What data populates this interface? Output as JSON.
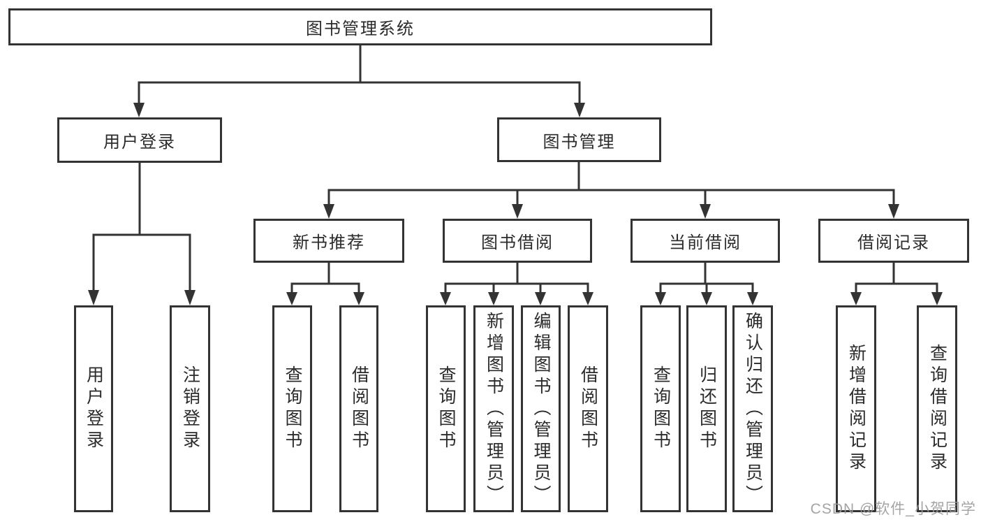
{
  "theme": {
    "line_color": "#333333",
    "box_fill": "#ffffff",
    "text_color": "#2b2b2b",
    "watermark_color": "#9b9b9b",
    "bg": "#ffffff"
  },
  "diagram": {
    "type": "hierarchy-tree",
    "nodes": {
      "root": "图书管理系统",
      "user_login": "用户登录",
      "book_mgmt": "图书管理",
      "new_book_rec": "新书推荐",
      "book_borrow": "图书借阅",
      "current_borrow": "当前借阅",
      "borrow_records": "借阅记录",
      "login_leaf": "用户登录",
      "logout_leaf": "注销登录",
      "nbr_query": "查询图书",
      "nbr_borrow": "借阅图书",
      "bb_query": "查询图书",
      "bb_add": "新增图书（管理员）",
      "bb_edit": "编辑图书（管理员）",
      "bb_borrow": "借阅图书",
      "cb_query": "查询图书",
      "cb_return": "归还图书",
      "cb_confirm": "确认归还（管理员）",
      "br_add": "新增借阅记录",
      "br_query": "查询借阅记录"
    }
  },
  "watermark": "CSDN @软件_小贺同学"
}
